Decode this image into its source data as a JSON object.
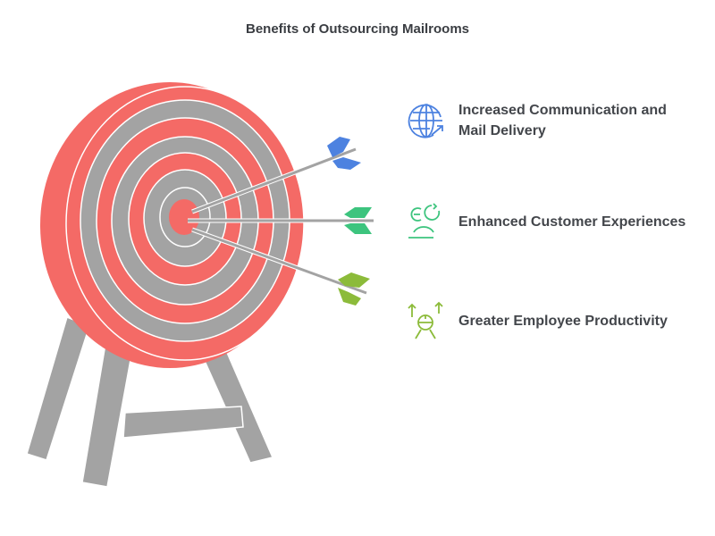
{
  "title": "Benefits of Outsourcing Mailrooms",
  "colors": {
    "red": "#f46a66",
    "grey": "#a3a3a3",
    "blue": "#4d82e0",
    "green": "#3dc47e",
    "olive": "#8cbb3a",
    "text": "#43464b"
  },
  "benefits": [
    {
      "label_line1": "Increased Communication and",
      "label_line2": "Mail Delivery",
      "icon": "globe-arrow-icon",
      "color": "#4d82e0"
    },
    {
      "label": "Enhanced Customer Experiences",
      "icon": "customer-refresh-icon",
      "color": "#3dc47e"
    },
    {
      "label": "Greater Employee Productivity",
      "icon": "worker-arrows-icon",
      "color": "#8cbb3a"
    }
  ]
}
